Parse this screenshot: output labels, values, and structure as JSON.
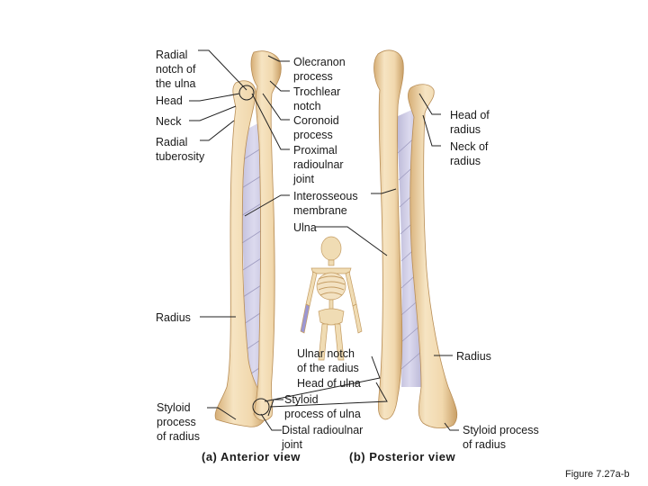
{
  "labels": {
    "radial_notch": "Radial\nnotch of\nthe ulna",
    "head_left": "Head",
    "neck_left": "Neck",
    "radial_tuberosity": "Radial\ntuberosity",
    "olecranon": "Olecranon\nprocess",
    "trochlear": "Trochlear\nnotch",
    "coronoid": "Coronoid\nprocess",
    "proximal_joint": "Proximal\nradioulnar\njoint",
    "interosseous": "Interosseous\nmembrane",
    "ulna": "Ulna",
    "head_of_radius": "Head of\nradius",
    "neck_of_radius": "Neck of\nradius",
    "radius_left": "Radius",
    "radius_right": "Radius",
    "ulnar_notch": "Ulnar notch\nof the radius",
    "head_of_ulna": "Head of ulna",
    "styloid_ulna": "Styloid\nprocess of ulna",
    "distal_joint": "Distal radioulnar\njoint",
    "styloid_radius_left": "Styloid\nprocess\nof radius",
    "styloid_radius_right": "Styloid process\nof radius"
  },
  "views": {
    "anterior": "(a) Anterior view",
    "posterior": "(b) Posterior view"
  },
  "figure_label": "Figure 7.27a-b",
  "colors": {
    "bone": "#f0d9b0",
    "bone_shade": "#d9b580",
    "membrane": "#c9c7df",
    "membrane_line": "#9e9bc0"
  }
}
